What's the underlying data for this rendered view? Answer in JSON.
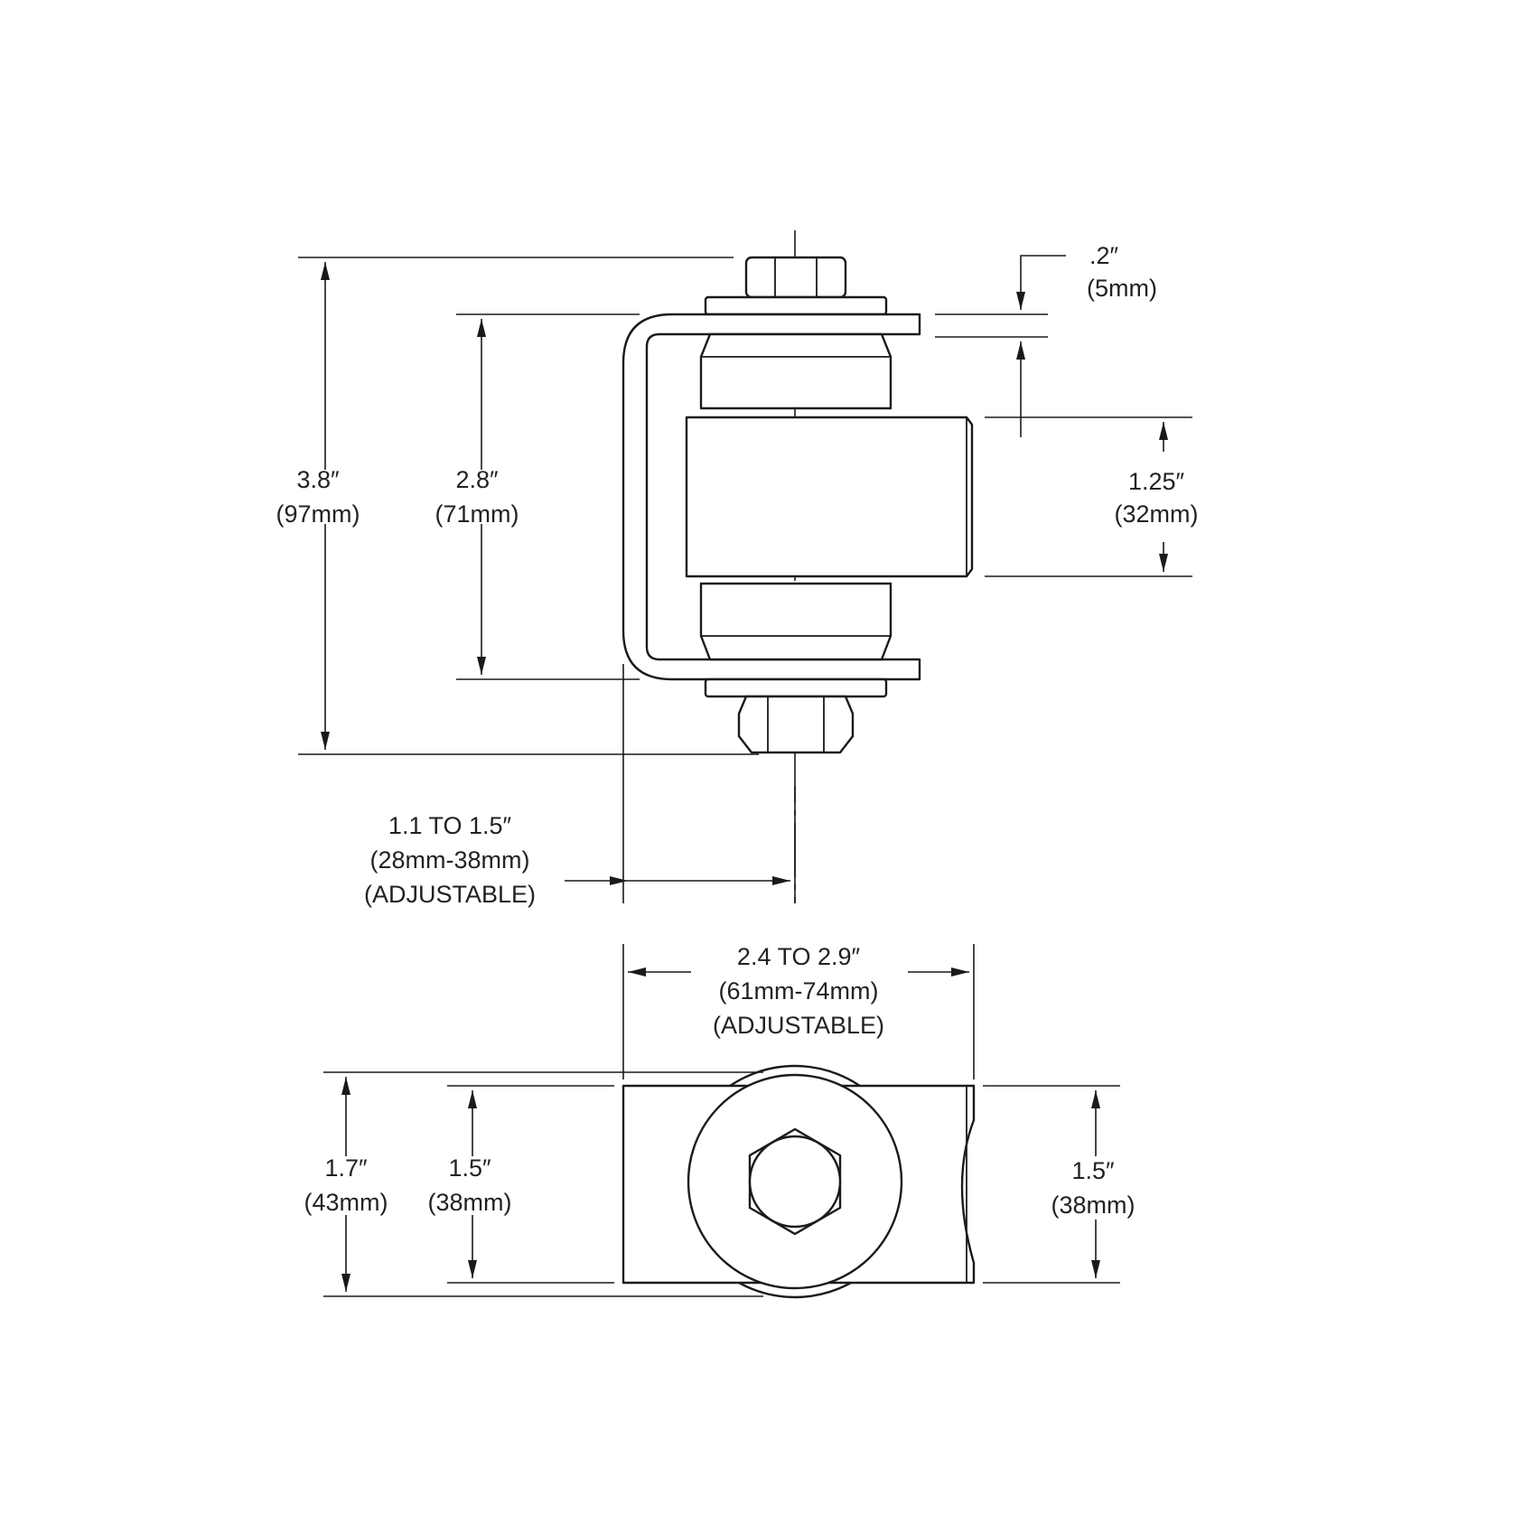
{
  "side_view": {
    "overall_height": {
      "imperial": "3.8″",
      "metric": "(97mm)"
    },
    "bracket_height": {
      "imperial": "2.8″",
      "metric": "(71mm)"
    },
    "plate_thickness": {
      "imperial": ".2″",
      "metric": "(5mm)"
    },
    "barrel_length": {
      "imperial": "1.25″",
      "metric": "(32mm)"
    },
    "offset": {
      "imperial": "1.1 TO 1.5″",
      "metric": "(28mm-38mm)",
      "note": "(ADJUSTABLE)"
    }
  },
  "top_view": {
    "overall_width": {
      "imperial": "2.4 TO 2.9″",
      "metric": "(61mm-74mm)",
      "note": "(ADJUSTABLE)"
    },
    "outer_height": {
      "imperial": "1.7″",
      "metric": "(43mm)"
    },
    "plate_height": {
      "imperial": "1.5″",
      "metric": "(38mm)"
    },
    "barrel_height": {
      "imperial": "1.5″",
      "metric": "(38mm)"
    }
  }
}
